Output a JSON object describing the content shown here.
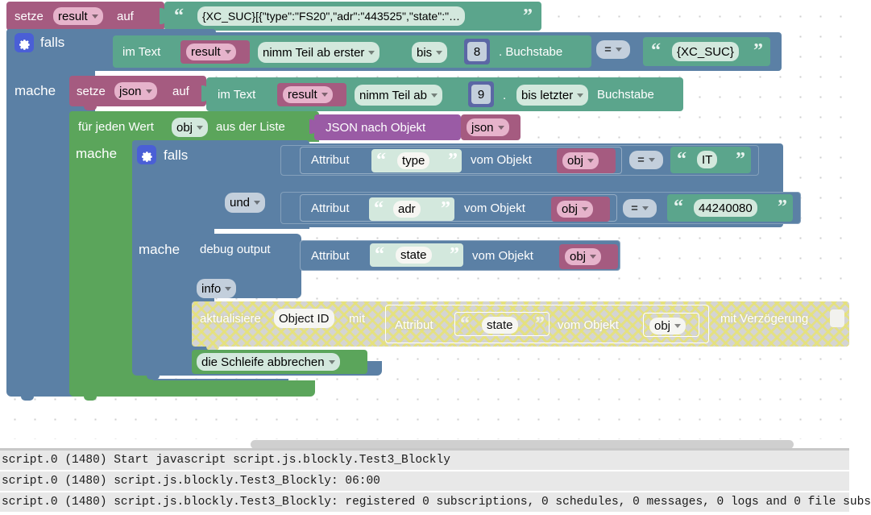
{
  "canvas": {
    "blocks": {
      "set_result": {
        "keyword": "setze",
        "variable": "result",
        "to": "auf",
        "string_value": "{XC_SUC}[{\"type\":\"FS20\",\"adr\":\"443525\",\"state\":\"…"
      },
      "if_outer": {
        "label": "falls",
        "gear": "gear-icon"
      },
      "substring_outer": {
        "in_text": "im Text",
        "variable": "result",
        "mode": "nimm Teil ab erster",
        "to_label": "bis",
        "index": "8",
        "letter": ". Buchstabe"
      },
      "compare_outer": {
        "operator": "=",
        "value": "{XC_SUC}"
      },
      "do_outer": {
        "label": "mache"
      },
      "set_json": {
        "keyword": "setze",
        "variable": "json",
        "to": "auf"
      },
      "substring_json": {
        "in_text": "im Text",
        "variable": "result",
        "mode": "nimm Teil ab",
        "index": "9",
        "end_mode": "bis letzter",
        "letter": "Buchstabe"
      },
      "foreach": {
        "prefix": "für jeden Wert",
        "variable": "obj",
        "from_list": "aus der Liste",
        "convert": "JSON nach Objekt",
        "convert_var": "json"
      },
      "do_inner": {
        "label": "mache"
      },
      "if_inner": {
        "label": "falls",
        "gear": "gear-icon"
      },
      "and_operator": {
        "label": "und"
      },
      "cond1": {
        "attribute": "Attribut",
        "key": "type",
        "from_object": "vom Objekt",
        "object_var": "obj",
        "operator": "=",
        "value": "IT"
      },
      "cond2": {
        "attribute": "Attribut",
        "key": "adr",
        "from_object": "vom Objekt",
        "object_var": "obj",
        "operator": "=",
        "value": "44240080"
      },
      "do_if": {
        "label": "mache"
      },
      "debug": {
        "label": "debug output",
        "level": "info",
        "attribute": "Attribut",
        "key": "state",
        "from_object": "vom Objekt",
        "object_var": "obj"
      },
      "update": {
        "label": "aktualisiere",
        "object_id": "Object ID",
        "with": "mit",
        "attribute": "Attribut",
        "key": "state",
        "from_object": "vom Objekt",
        "object_var": "obj",
        "delay": "mit Verzögerung",
        "delay_checked": false
      },
      "break": {
        "label": "die Schleife abbrechen"
      }
    },
    "colors": {
      "control": "#5b80a5",
      "text": "#5ba58c",
      "variable": "#a55b80",
      "loop": "#5ba55b",
      "convert": "#9a5ba5",
      "math": "#5b67a5"
    }
  },
  "log": {
    "lines": [
      "script.0 (1480) Start javascript script.js.blockly.Test3_Blockly",
      "script.0 (1480) script.js.blockly.Test3_Blockly: 06:00",
      "script.0 (1480) script.js.blockly.Test3_Blockly: registered 0 subscriptions, 0 schedules, 0 messages, 0 logs and 0 file subs"
    ]
  }
}
